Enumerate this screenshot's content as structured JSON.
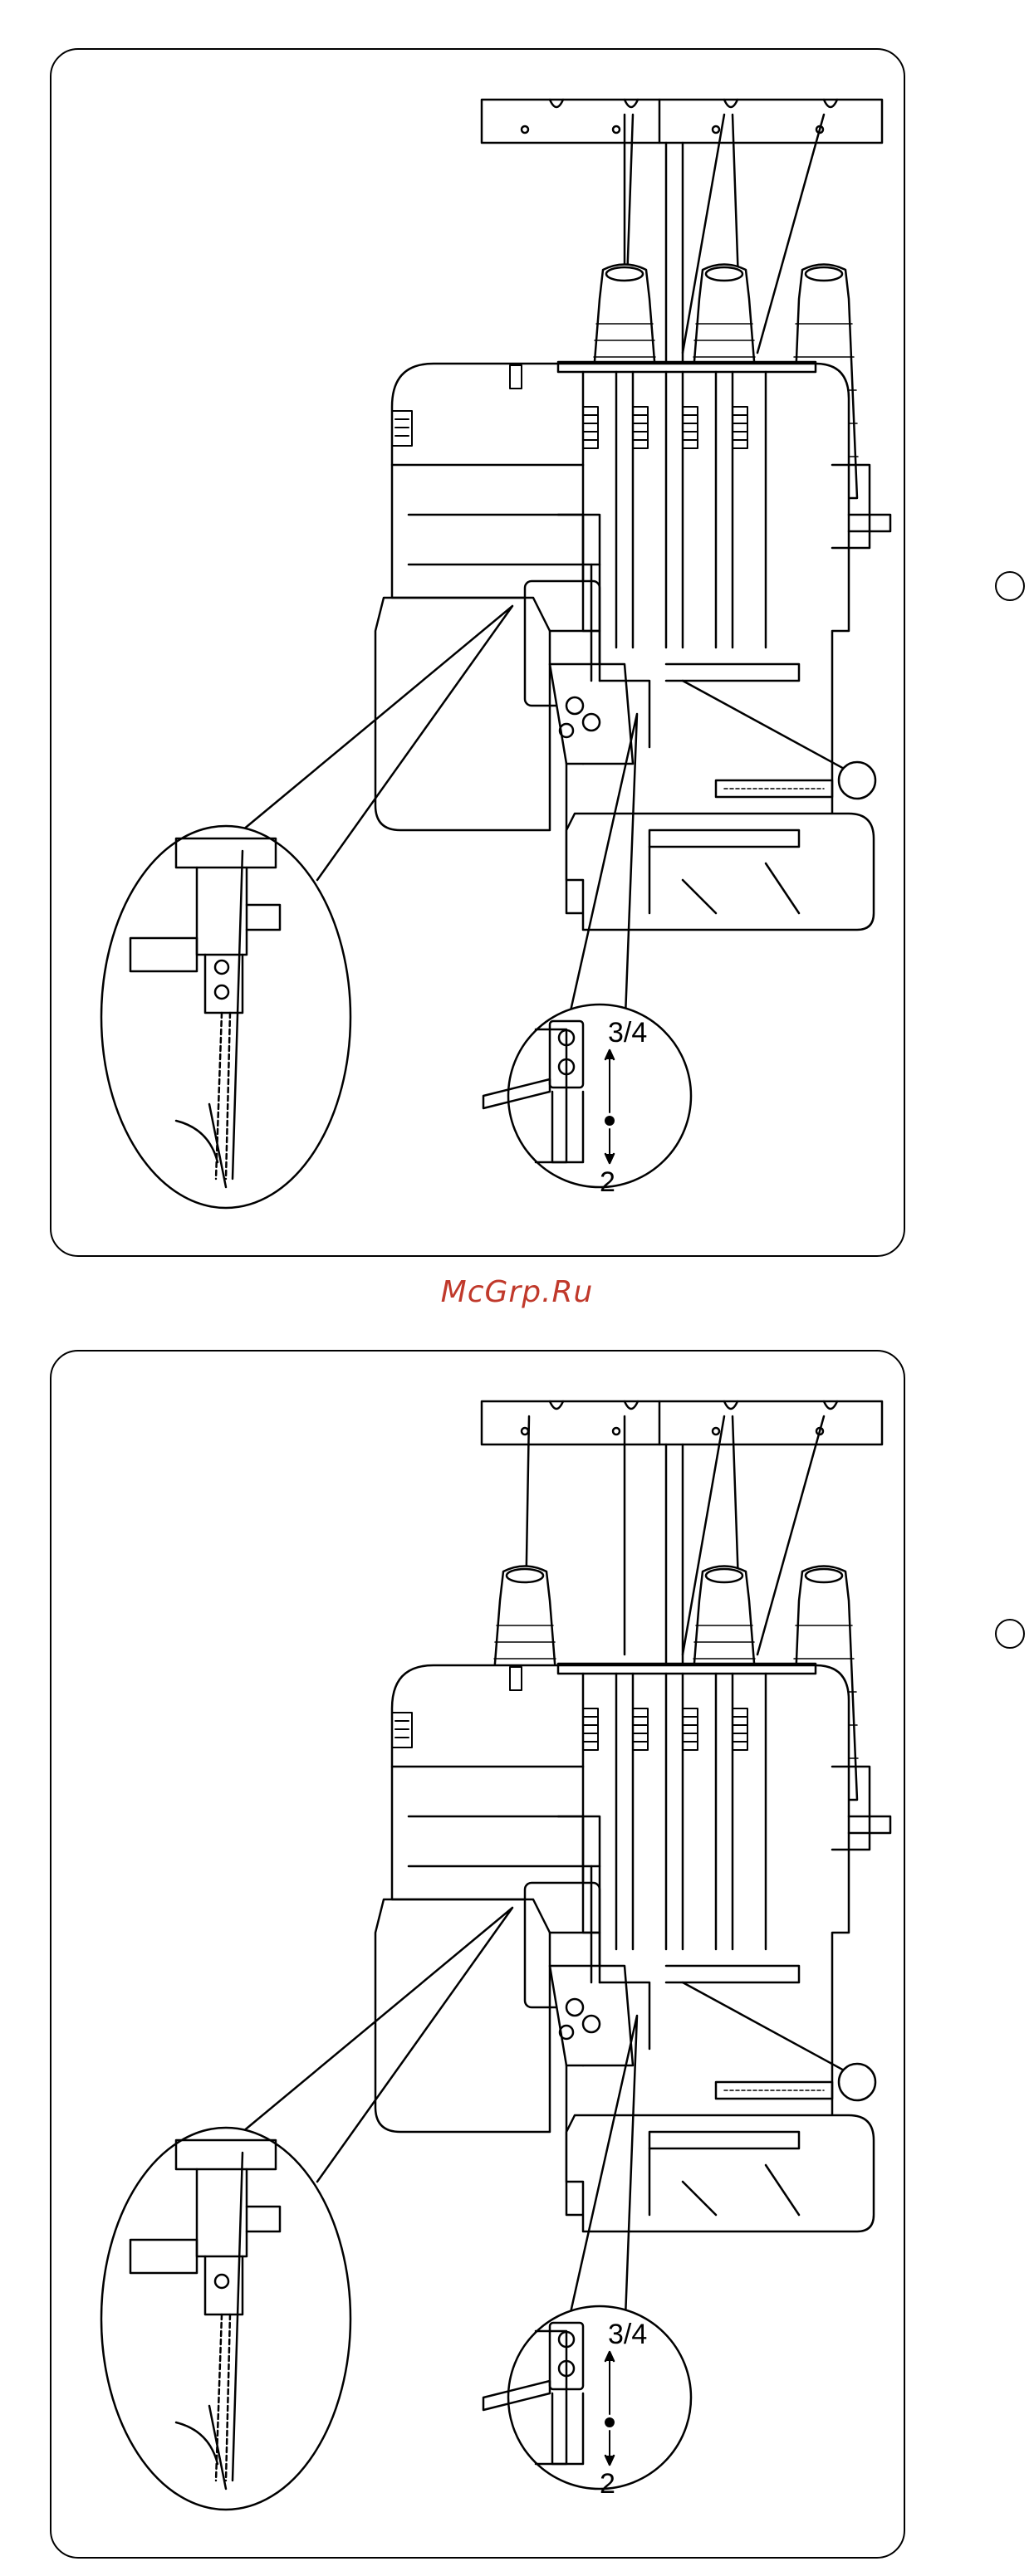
{
  "watermark": "McGrp.Ru",
  "panels": [
    {
      "id": "top",
      "setting_upper": "3/4",
      "setting_lower": "2"
    },
    {
      "id": "bottom",
      "setting_upper": "3/4",
      "setting_lower": "2"
    }
  ],
  "colors": {
    "watermark": "#c0392b",
    "line": "#000000",
    "background": "#ffffff"
  },
  "icons": [
    "empty-step-circle",
    "callout-magnifier-circle",
    "thread-spool-cone"
  ]
}
